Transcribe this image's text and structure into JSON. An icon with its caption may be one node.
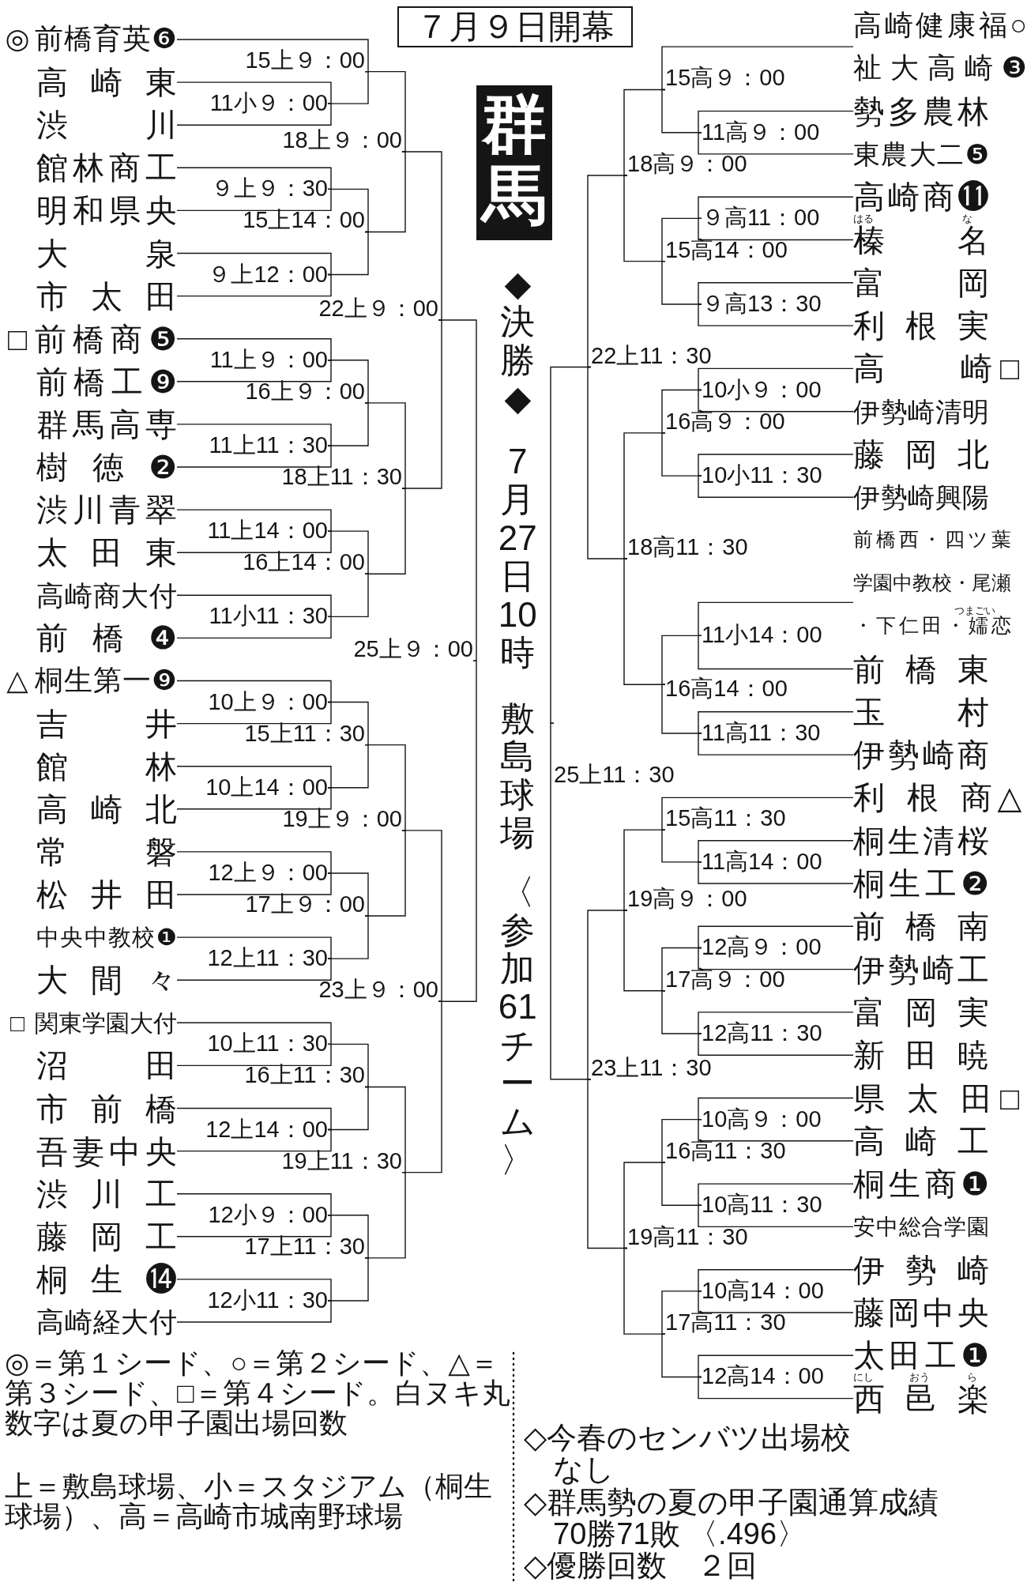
{
  "diagram": {
    "nodes": [
      {
        "text": [
          "７月９日開幕"
        ]
      },
      {
        "text": [
          "群馬"
        ]
      },
      {
        "text": [
          "◎前橋育英❻"
        ]
      },
      {
        "text": [
          "高崎東"
        ]
      },
      {
        "text": [
          "渋川"
        ]
      },
      {
        "text": [
          "館林商工"
        ]
      },
      {
        "text": [
          "明和県央"
        ]
      },
      {
        "text": [
          "大泉"
        ]
      },
      {
        "text": [
          "市太田"
        ]
      },
      {
        "text": [
          "□前橋商❺"
        ]
      },
      {
        "text": [
          "前橋工❾"
        ]
      },
      {
        "text": [
          "群馬高専"
        ]
      },
      {
        "text": [
          "樹徳❷"
        ]
      },
      {
        "text": [
          "渋川青翠"
        ]
      },
      {
        "text": [
          "太田東"
        ]
      },
      {
        "text": [
          "高崎商大付"
        ]
      },
      {
        "text": [
          "前橋❹"
        ]
      },
      {
        "text": [
          "△桐生第一❾"
        ]
      },
      {
        "text": [
          "吉井"
        ]
      },
      {
        "text": [
          "館林"
        ]
      },
      {
        "text": [
          "高崎北"
        ]
      },
      {
        "text": [
          "常磐"
        ]
      },
      {
        "text": [
          "松井田"
        ]
      },
      {
        "text": [
          "中央中教校❶"
        ]
      },
      {
        "text": [
          "大間々"
        ]
      },
      {
        "text": [
          "□関東学園大付"
        ]
      },
      {
        "text": [
          "沼田"
        ]
      },
      {
        "text": [
          "市前橋"
        ]
      },
      {
        "text": [
          "吾妻中央"
        ]
      },
      {
        "text": [
          "渋川工"
        ]
      },
      {
        "text": [
          "藤岡工"
        ]
      },
      {
        "text": [
          "桐生⓮"
        ]
      },
      {
        "text": [
          "高崎経大付"
        ]
      },
      {
        "text": [
          "高崎健康福○祉大高崎❸"
        ]
      },
      {
        "text": [
          "勢多農林"
        ]
      },
      {
        "text": [
          "東農大二❺"
        ]
      },
      {
        "text": [
          "高崎商⓫"
        ]
      },
      {
        "text": [
          "榛名"
        ],
        "beside": [
          "はる",
          "な"
        ]
      },
      {
        "text": [
          "富岡"
        ]
      },
      {
        "text": [
          "利根実"
        ]
      },
      {
        "text": [
          "高崎□"
        ]
      },
      {
        "text": [
          "伊勢崎清明"
        ]
      },
      {
        "text": [
          "藤岡北"
        ]
      },
      {
        "text": [
          "伊勢崎興陽"
        ]
      },
      {
        "text": [
          "前橋西・四ツ葉学園中教校・尾瀬・下仁田・嬬恋"
        ],
        "beside": [
          "つまごい"
        ]
      },
      {
        "text": [
          "前橋東"
        ]
      },
      {
        "text": [
          "玉村"
        ]
      },
      {
        "text": [
          "伊勢崎商"
        ]
      },
      {
        "text": [
          "利根商△"
        ]
      },
      {
        "text": [
          "桐生清桜"
        ]
      },
      {
        "text": [
          "桐生工❷"
        ]
      },
      {
        "text": [
          "前橋南"
        ]
      },
      {
        "text": [
          "伊勢崎工"
        ]
      },
      {
        "text": [
          "富岡実"
        ]
      },
      {
        "text": [
          "新田暁"
        ]
      },
      {
        "text": [
          "県太田□"
        ]
      },
      {
        "text": [
          "高崎工"
        ]
      },
      {
        "text": [
          "桐生商❶"
        ]
      },
      {
        "text": [
          "安中総合学園"
        ]
      },
      {
        "text": [
          "伊勢崎"
        ]
      },
      {
        "text": [
          "藤岡中央"
        ]
      },
      {
        "text": [
          "太田工❶"
        ]
      },
      {
        "text": [
          "西邑楽"
        ],
        "beside": [
          "にし",
          "おう",
          "ら"
        ]
      },
      {
        "text": [
          "11小９：00"
        ]
      },
      {
        "text": [
          "15上９：00"
        ]
      },
      {
        "text": [
          "９上９：30"
        ]
      },
      {
        "text": [
          "９上12：00"
        ]
      },
      {
        "text": [
          "15上14：00"
        ]
      },
      {
        "text": [
          "18上９：00"
        ]
      },
      {
        "text": [
          "11上９：00"
        ]
      },
      {
        "text": [
          "11上11：30"
        ]
      },
      {
        "text": [
          "16上９：00"
        ]
      },
      {
        "text": [
          "11上14：00"
        ]
      },
      {
        "text": [
          "11小11：30"
        ]
      },
      {
        "text": [
          "16上14：00"
        ]
      },
      {
        "text": [
          "18上11：30"
        ]
      },
      {
        "text": [
          "22上９：00"
        ]
      },
      {
        "text": [
          "10上９：00"
        ]
      },
      {
        "text": [
          "10上14：00"
        ]
      },
      {
        "text": [
          "15上11：30"
        ]
      },
      {
        "text": [
          "12上９：00"
        ]
      },
      {
        "text": [
          "12上11：30"
        ]
      },
      {
        "text": [
          "17上９：00"
        ]
      },
      {
        "text": [
          "19上９：00"
        ]
      },
      {
        "text": [
          "10上11：30"
        ]
      },
      {
        "text": [
          "12上14：00"
        ]
      },
      {
        "text": [
          "16上11：30"
        ]
      },
      {
        "text": [
          "12小９：00"
        ]
      },
      {
        "text": [
          "12小11：30"
        ]
      },
      {
        "text": [
          "17上11：30"
        ]
      },
      {
        "text": [
          "19上11：30"
        ]
      },
      {
        "text": [
          "23上９：00"
        ]
      },
      {
        "text": [
          "25上９：00"
        ]
      },
      {
        "text": [
          "11高９：00"
        ]
      },
      {
        "text": [
          "15高９：00"
        ]
      },
      {
        "text": [
          "９高11：00"
        ]
      },
      {
        "text": [
          "９高13：30"
        ]
      },
      {
        "text": [
          "15高14：00"
        ]
      },
      {
        "text": [
          "18高９：00"
        ]
      },
      {
        "text": [
          "10小９：00"
        ]
      },
      {
        "text": [
          "10小11：30"
        ]
      },
      {
        "text": [
          "16高９：00"
        ]
      },
      {
        "text": [
          "11小14：00"
        ]
      },
      {
        "text": [
          "11高11：30"
        ]
      },
      {
        "text": [
          "16高14：00"
        ]
      },
      {
        "text": [
          "18高11：30"
        ]
      },
      {
        "text": [
          "22上11：30"
        ]
      },
      {
        "text": [
          "11高14：00"
        ]
      },
      {
        "text": [
          "15高11：30"
        ]
      },
      {
        "text": [
          "12高９：00"
        ]
      },
      {
        "text": [
          "12高11：30"
        ]
      },
      {
        "text": [
          "17高９：00"
        ]
      },
      {
        "text": [
          "19高９：00"
        ]
      },
      {
        "text": [
          "10高９：00"
        ]
      },
      {
        "text": [
          "10高11：30"
        ]
      },
      {
        "text": [
          "16高11：30"
        ]
      },
      {
        "text": [
          "10高14：00"
        ]
      },
      {
        "text": [
          "12高14：00"
        ]
      },
      {
        "text": [
          "17高11：30"
        ]
      },
      {
        "text": [
          "19高11：30"
        ]
      },
      {
        "text": [
          "23上11：30"
        ]
      },
      {
        "text": [
          "25上11：30"
        ]
      }
    ],
    "edges": [
      {
        "from": 3,
        "to": 63,
        "arrow": "none"
      },
      {
        "from": 4,
        "to": 63,
        "arrow": "none"
      },
      {
        "from": 2,
        "to": 64,
        "arrow": "none"
      },
      {
        "from": 63,
        "to": 64,
        "arrow": "none"
      },
      {
        "from": 5,
        "to": 65,
        "arrow": "none"
      },
      {
        "from": 6,
        "to": 65,
        "arrow": "none"
      },
      {
        "from": 7,
        "to": 66,
        "arrow": "none"
      },
      {
        "from": 8,
        "to": 66,
        "arrow": "none"
      },
      {
        "from": 65,
        "to": 67,
        "arrow": "none"
      },
      {
        "from": 66,
        "to": 67,
        "arrow": "none"
      },
      {
        "from": 64,
        "to": 68,
        "arrow": "none"
      },
      {
        "from": 67,
        "to": 68,
        "arrow": "none"
      },
      {
        "from": 9,
        "to": 69,
        "arrow": "none"
      },
      {
        "from": 10,
        "to": 69,
        "arrow": "none"
      },
      {
        "from": 11,
        "to": 70,
        "arrow": "none"
      },
      {
        "from": 12,
        "to": 70,
        "arrow": "none"
      },
      {
        "from": 69,
        "to": 71,
        "arrow": "none"
      },
      {
        "from": 70,
        "to": 71,
        "arrow": "none"
      },
      {
        "from": 13,
        "to": 72,
        "arrow": "none"
      },
      {
        "from": 14,
        "to": 72,
        "arrow": "none"
      },
      {
        "from": 15,
        "to": 73,
        "arrow": "none"
      },
      {
        "from": 16,
        "to": 73,
        "arrow": "none"
      },
      {
        "from": 72,
        "to": 74,
        "arrow": "none"
      },
      {
        "from": 73,
        "to": 74,
        "arrow": "none"
      },
      {
        "from": 71,
        "to": 75,
        "arrow": "none"
      },
      {
        "from": 74,
        "to": 75,
        "arrow": "none"
      },
      {
        "from": 68,
        "to": 76,
        "arrow": "none"
      },
      {
        "from": 75,
        "to": 76,
        "arrow": "none"
      },
      {
        "from": 17,
        "to": 77,
        "arrow": "none"
      },
      {
        "from": 18,
        "to": 77,
        "arrow": "none"
      },
      {
        "from": 19,
        "to": 78,
        "arrow": "none"
      },
      {
        "from": 20,
        "to": 78,
        "arrow": "none"
      },
      {
        "from": 77,
        "to": 79,
        "arrow": "none"
      },
      {
        "from": 78,
        "to": 79,
        "arrow": "none"
      },
      {
        "from": 21,
        "to": 80,
        "arrow": "none"
      },
      {
        "from": 22,
        "to": 80,
        "arrow": "none"
      },
      {
        "from": 23,
        "to": 81,
        "arrow": "none"
      },
      {
        "from": 24,
        "to": 81,
        "arrow": "none"
      },
      {
        "from": 80,
        "to": 82,
        "arrow": "none"
      },
      {
        "from": 81,
        "to": 82,
        "arrow": "none"
      },
      {
        "from": 79,
        "to": 83,
        "arrow": "none"
      },
      {
        "from": 82,
        "to": 83,
        "arrow": "none"
      },
      {
        "from": 25,
        "to": 84,
        "arrow": "none"
      },
      {
        "from": 26,
        "to": 84,
        "arrow": "none"
      },
      {
        "from": 27,
        "to": 85,
        "arrow": "none"
      },
      {
        "from": 28,
        "to": 85,
        "arrow": "none"
      },
      {
        "from": 84,
        "to": 86,
        "arrow": "none"
      },
      {
        "from": 85,
        "to": 86,
        "arrow": "none"
      },
      {
        "from": 29,
        "to": 87,
        "arrow": "none"
      },
      {
        "from": 30,
        "to": 87,
        "arrow": "none"
      },
      {
        "from": 31,
        "to": 88,
        "arrow": "none"
      },
      {
        "from": 32,
        "to": 88,
        "arrow": "none"
      },
      {
        "from": 87,
        "to": 89,
        "arrow": "none"
      },
      {
        "from": 88,
        "to": 89,
        "arrow": "none"
      },
      {
        "from": 86,
        "to": 90,
        "arrow": "none"
      },
      {
        "from": 89,
        "to": 90,
        "arrow": "none"
      },
      {
        "from": 83,
        "to": 91,
        "arrow": "none"
      },
      {
        "from": 90,
        "to": 91,
        "arrow": "none"
      },
      {
        "from": 76,
        "to": 92,
        "arrow": "none"
      },
      {
        "from": 91,
        "to": 92,
        "arrow": "none"
      },
      {
        "from": 34,
        "to": 93,
        "arrow": "none"
      },
      {
        "from": 35,
        "to": 93,
        "arrow": "none"
      },
      {
        "from": 33,
        "to": 94,
        "arrow": "none"
      },
      {
        "from": 93,
        "to": 94,
        "arrow": "none"
      },
      {
        "from": 36,
        "to": 95,
        "arrow": "none"
      },
      {
        "from": 37,
        "to": 95,
        "arrow": "none"
      },
      {
        "from": 38,
        "to": 96,
        "arrow": "none"
      },
      {
        "from": 39,
        "to": 96,
        "arrow": "none"
      },
      {
        "from": 95,
        "to": 97,
        "arrow": "none"
      },
      {
        "from": 96,
        "to": 97,
        "arrow": "none"
      },
      {
        "from": 94,
        "to": 98,
        "arrow": "none"
      },
      {
        "from": 97,
        "to": 98,
        "arrow": "none"
      },
      {
        "from": 40,
        "to": 99,
        "arrow": "none"
      },
      {
        "from": 41,
        "to": 99,
        "arrow": "none"
      },
      {
        "from": 42,
        "to": 100,
        "arrow": "none"
      },
      {
        "from": 43,
        "to": 100,
        "arrow": "none"
      },
      {
        "from": 99,
        "to": 101,
        "arrow": "none"
      },
      {
        "from": 100,
        "to": 101,
        "arrow": "none"
      },
      {
        "from": 44,
        "to": 102,
        "arrow": "none"
      },
      {
        "from": 45,
        "to": 102,
        "arrow": "none"
      },
      {
        "from": 46,
        "to": 103,
        "arrow": "none"
      },
      {
        "from": 47,
        "to": 103,
        "arrow": "none"
      },
      {
        "from": 102,
        "to": 104,
        "arrow": "none"
      },
      {
        "from": 103,
        "to": 104,
        "arrow": "none"
      },
      {
        "from": 101,
        "to": 105,
        "arrow": "none"
      },
      {
        "from": 104,
        "to": 105,
        "arrow": "none"
      },
      {
        "from": 98,
        "to": 106,
        "arrow": "none"
      },
      {
        "from": 105,
        "to": 106,
        "arrow": "none"
      },
      {
        "from": 49,
        "to": 107,
        "arrow": "none"
      },
      {
        "from": 50,
        "to": 107,
        "arrow": "none"
      },
      {
        "from": 48,
        "to": 108,
        "arrow": "none"
      },
      {
        "from": 107,
        "to": 108,
        "arrow": "none"
      },
      {
        "from": 51,
        "to": 109,
        "arrow": "none"
      },
      {
        "from": 52,
        "to": 109,
        "arrow": "none"
      },
      {
        "from": 53,
        "to": 110,
        "arrow": "none"
      },
      {
        "from": 54,
        "to": 110,
        "arrow": "none"
      },
      {
        "from": 109,
        "to": 111,
        "arrow": "none"
      },
      {
        "from": 110,
        "to": 111,
        "arrow": "none"
      },
      {
        "from": 108,
        "to": 112,
        "arrow": "none"
      },
      {
        "from": 111,
        "to": 112,
        "arrow": "none"
      },
      {
        "from": 55,
        "to": 113,
        "arrow": "none"
      },
      {
        "from": 56,
        "to": 113,
        "arrow": "none"
      },
      {
        "from": 57,
        "to": 114,
        "arrow": "none"
      },
      {
        "from": 58,
        "to": 114,
        "arrow": "none"
      },
      {
        "from": 113,
        "to": 115,
        "arrow": "none"
      },
      {
        "from": 114,
        "to": 115,
        "arrow": "none"
      },
      {
        "from": 59,
        "to": 116,
        "arrow": "none"
      },
      {
        "from": 60,
        "to": 116,
        "arrow": "none"
      },
      {
        "from": 61,
        "to": 117,
        "arrow": "none"
      },
      {
        "from": 62,
        "to": 117,
        "arrow": "none"
      },
      {
        "from": 116,
        "to": 118,
        "arrow": "none"
      },
      {
        "from": 117,
        "to": 118,
        "arrow": "none"
      },
      {
        "from": 115,
        "to": 119,
        "arrow": "none"
      },
      {
        "from": 118,
        "to": 119,
        "arrow": "none"
      },
      {
        "from": 112,
        "to": 120,
        "arrow": "none"
      },
      {
        "from": 119,
        "to": 120,
        "arrow": "none"
      },
      {
        "from": 106,
        "to": 121,
        "arrow": "none"
      },
      {
        "from": 120,
        "to": 121,
        "arrow": "none"
      }
    ],
    "labels": [
      "◆決勝◆",
      "7月27日10時",
      "敷島球場",
      "〈参加61チーム〉",
      "◎＝第１シード、○＝第２シード、△＝第３シード、□＝第４シード。白ヌキ丸数字は夏の甲子園出場回数",
      "上＝敷島球場、小＝スタジアム（桐生球場）、高＝高崎市城南野球場",
      "◇今春のセンバツ出場校",
      "なし",
      "◇群馬勢の夏の甲子園通算成績",
      "70勝71敗 〈.496〉",
      "◇優勝回数　２回"
    ]
  }
}
